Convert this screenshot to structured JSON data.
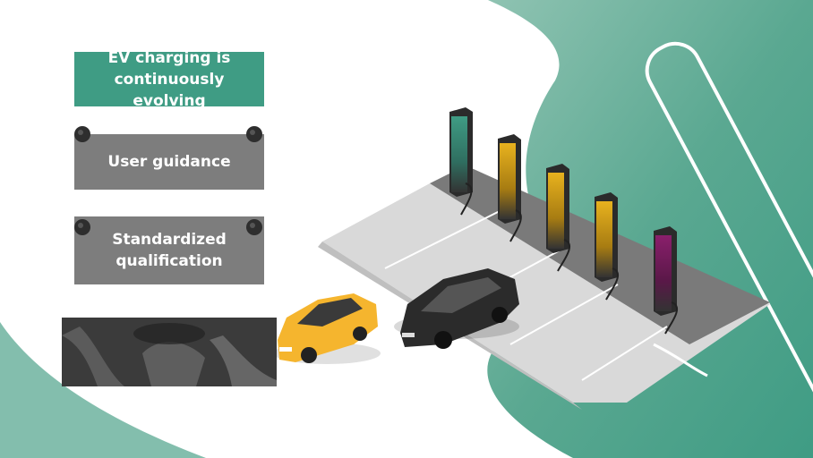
{
  "cards": {
    "evolving": "EV charging is\ncontinuously evolving",
    "guidance": "User guidance",
    "standardized": "Standardized\nqualification"
  },
  "colors": {
    "teal": "#3f9c84",
    "grey_box": "#7d7d7d",
    "background_green": "#5aa891",
    "charger_green": "#3f9c84",
    "charger_yellow": "#e8b21e",
    "charger_purple": "#8a1f6c",
    "car_yellow": "#f5b52e",
    "car_black": "#2b2b2b"
  },
  "chargers": [
    {
      "color": "green"
    },
    {
      "color": "yellow"
    },
    {
      "color": "yellow"
    },
    {
      "color": "yellow"
    },
    {
      "color": "purple"
    }
  ],
  "cars": [
    {
      "color": "yellow"
    },
    {
      "color": "black"
    }
  ],
  "icons": [
    "phone-outline-icon",
    "pushpin-icon"
  ]
}
